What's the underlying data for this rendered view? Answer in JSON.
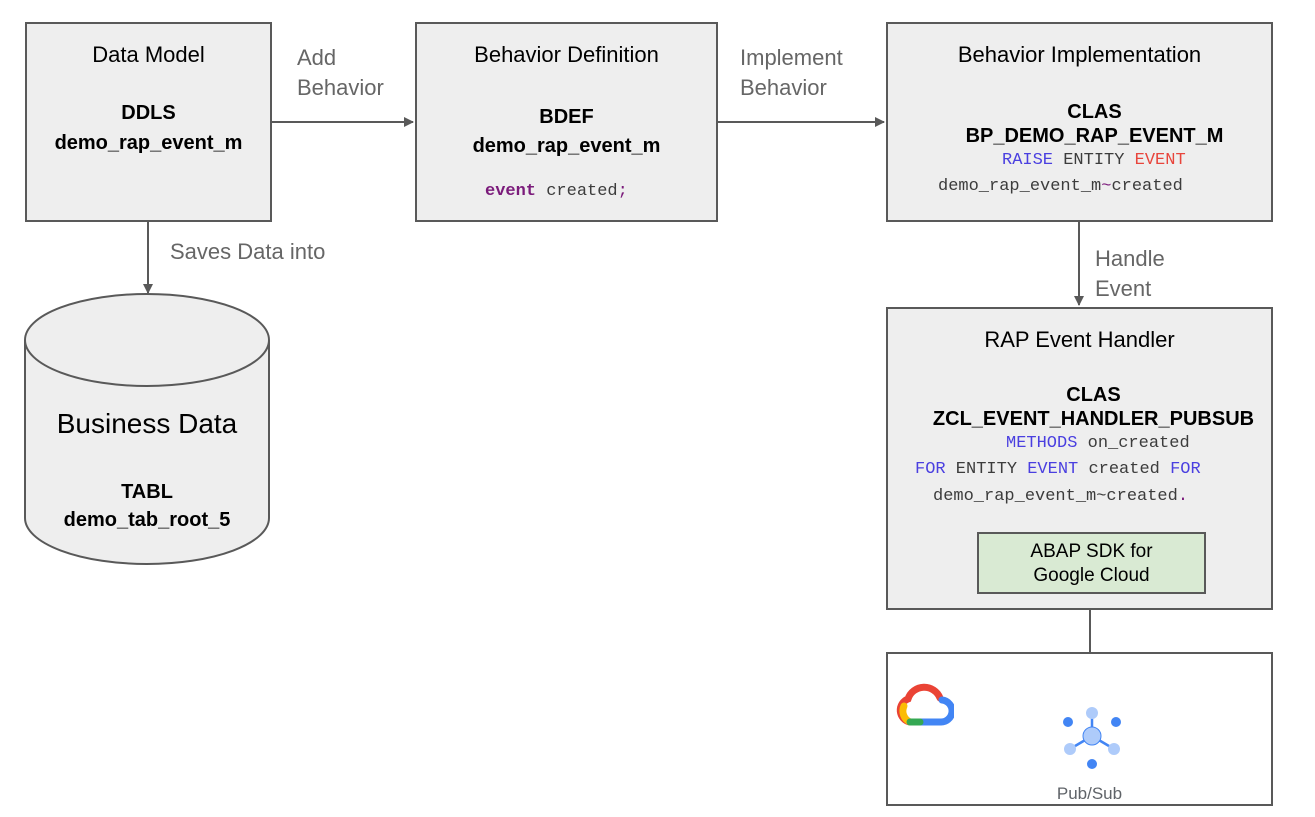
{
  "data_model": {
    "title": "Data Model",
    "type": "DDLS",
    "name": "demo_rap_event_m"
  },
  "behavior_definition": {
    "title": "Behavior Definition",
    "type": "BDEF",
    "name": "demo_rap_event_m",
    "code_keyword": "event",
    "code_rest": " created",
    "code_punct": ";"
  },
  "behavior_implementation": {
    "title": "Behavior Implementation",
    "type": "CLAS",
    "name": "BP_DEMO_RAP_EVENT_M",
    "code_line1_kw1": "RAISE",
    "code_line1_mid": " ENTITY ",
    "code_line1_kw2": "EVENT",
    "code_line2_a": "demo_rap_event_m",
    "code_line2_tilde": "~",
    "code_line2_b": "created"
  },
  "event_handler": {
    "title": "RAP Event Handler",
    "type": "CLAS",
    "name": "ZCL_EVENT_HANDLER_PUBSUB",
    "line1_kw": "METHODS",
    "line1_rest": " on_created",
    "line2_kw1": "FOR",
    "line2_mid1": " ENTITY ",
    "line2_kw2": "EVENT",
    "line2_mid2": " created ",
    "line2_kw3": "FOR",
    "line3_text": "demo_rap_event_m~created",
    "line3_punct": "."
  },
  "sdk": {
    "line1": "ABAP SDK for",
    "line2": "Google Cloud"
  },
  "database": {
    "title": "Business Data",
    "type": "TABL",
    "name": "demo_tab_root_5"
  },
  "cloud": {
    "service_label": "Pub/Sub",
    "logo_icon": "google-cloud-logo-icon",
    "service_icon": "pubsub-icon"
  },
  "edges": {
    "add_behavior_1": "Add",
    "add_behavior_2": "Behavior",
    "implement_behavior_1": "Implement",
    "implement_behavior_2": "Behavior",
    "saves_data": "Saves Data into",
    "handle_event_1": "Handle",
    "handle_event_2": "Event"
  },
  "colors": {
    "box_fill": "#eeeeee",
    "box_border": "#595959",
    "sdk_fill": "#d9ead3",
    "arrow": "#595959",
    "keyword_blue": "#4a3fe0",
    "keyword_red": "#e8453c",
    "keyword_purple": "#7b1b7b"
  }
}
